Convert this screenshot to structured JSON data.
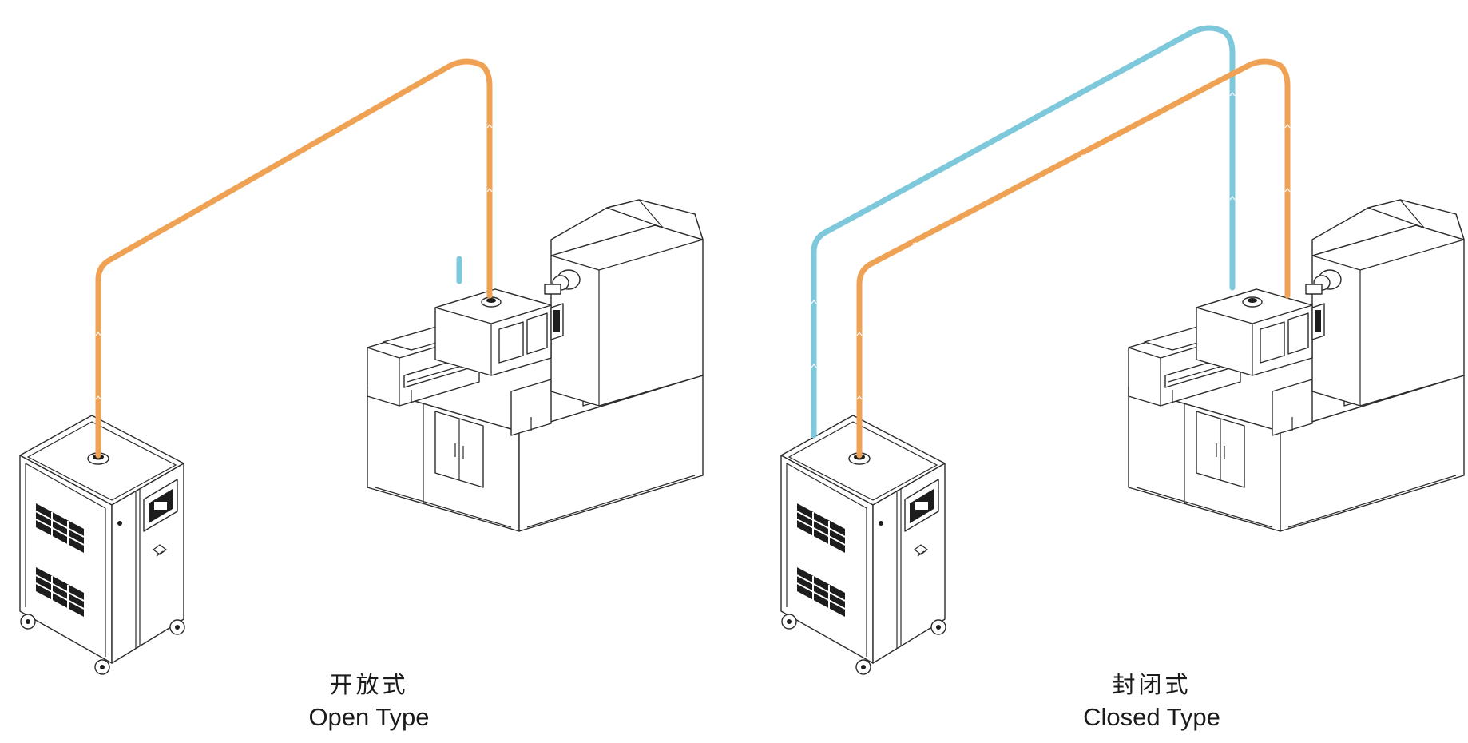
{
  "colors": {
    "supply_pipe": "#f0a254",
    "return_pipe": "#7ec8dc",
    "line": "#2b2b2b",
    "background": "#ffffff"
  },
  "icons": [
    "machine-controller-icon",
    "machine-logo-icon",
    "caster-wheel-icon"
  ],
  "panels": [
    {
      "id": "open",
      "cn_label": "开放式",
      "en_label": "Open Type"
    },
    {
      "id": "closed",
      "cn_label": "封闭式",
      "en_label": "Closed Type"
    }
  ]
}
